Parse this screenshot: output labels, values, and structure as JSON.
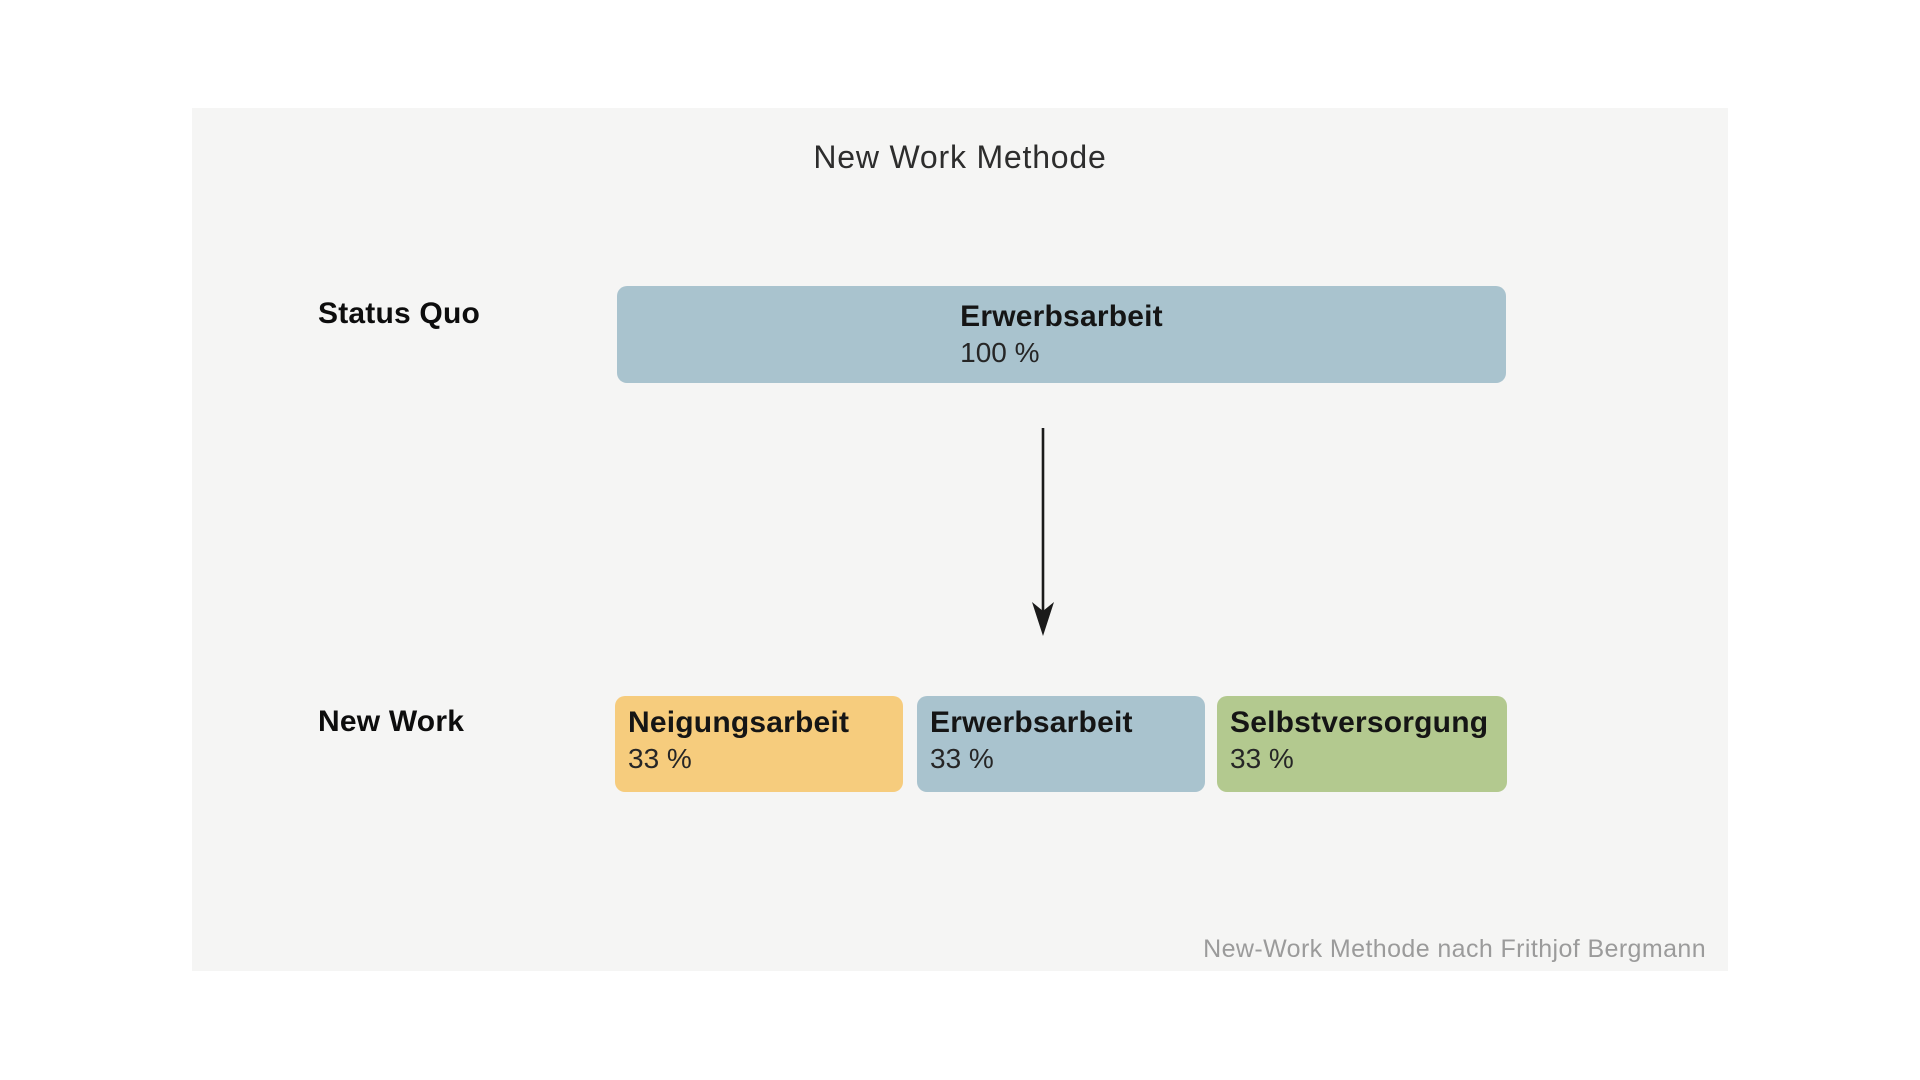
{
  "title": "New Work Methode",
  "footer": "New-Work Methode nach Frithjof Bergmann",
  "colors": {
    "page_bg": "#ffffff",
    "panel_bg": "#f5f5f4",
    "blue": "#a9c3ce",
    "yellow": "#f6cc7d",
    "green": "#b3c98f",
    "arrow": "#1a1a1a",
    "footer_text": "#9b9b9b"
  },
  "icons": {
    "arrow_down": "arrow-down-icon"
  },
  "rows": [
    {
      "label": "Status Quo",
      "boxes": [
        {
          "title": "Erwerbsarbeit",
          "value": "100 %",
          "color": "#a9c3ce"
        }
      ]
    },
    {
      "label": "New Work",
      "boxes": [
        {
          "title": "Neigungsarbeit",
          "value": "33 %",
          "color": "#f6cc7d"
        },
        {
          "title": "Erwerbsarbeit",
          "value": "33 %",
          "color": "#a9c3ce"
        },
        {
          "title": "Selbstversorgung",
          "value": "33 %",
          "color": "#b3c98f"
        }
      ]
    }
  ]
}
